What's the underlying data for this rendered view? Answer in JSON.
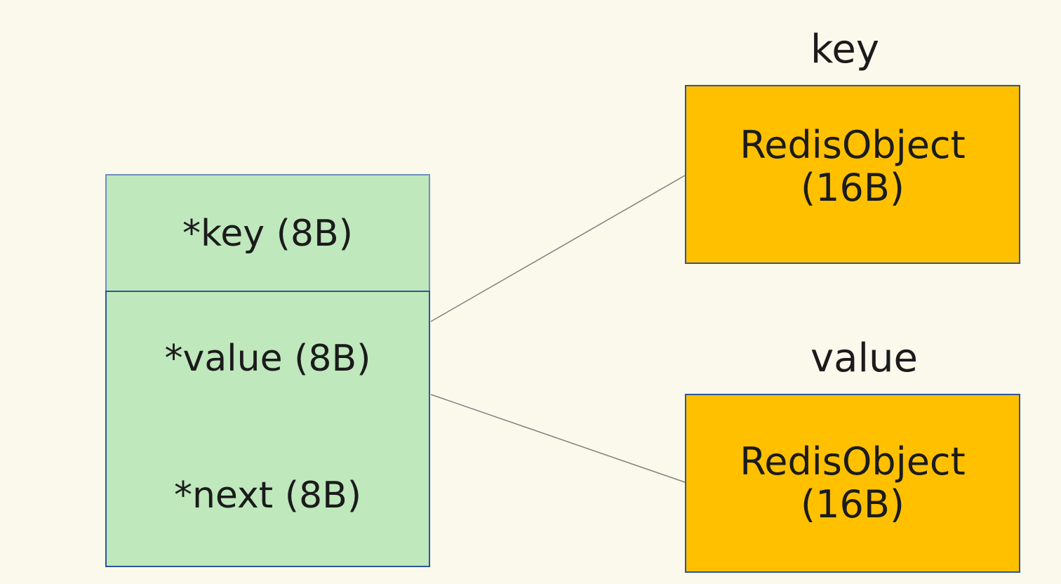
{
  "diagram": {
    "entry_fields": [
      {
        "label": "*key (8B)"
      },
      {
        "label": "*value (8B)"
      },
      {
        "label": "*next (8B)"
      }
    ],
    "objects": [
      {
        "caption": "key",
        "name": "RedisObject",
        "size": "(16B)"
      },
      {
        "caption": "value",
        "name": "RedisObject",
        "size": "(16B)"
      }
    ]
  },
  "colors": {
    "background": "#fbf8ec",
    "entry_fill": "#bfe8bd",
    "object_fill": "#ffc000",
    "border": "#2f5597",
    "connector": "#808080"
  }
}
